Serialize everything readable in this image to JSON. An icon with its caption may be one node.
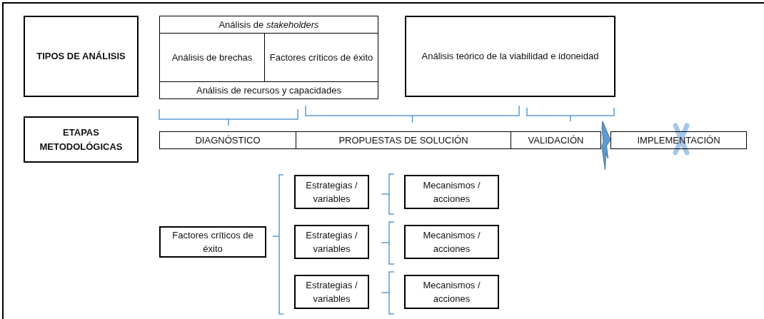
{
  "diagram": {
    "nodes": [
      {
        "text": [
          "TIPOS DE ANÁLISIS"
        ]
      },
      {
        "text": [
          "Análisis de *stakeholders*"
        ]
      },
      {
        "text": [
          "Análisis de brechas"
        ]
      },
      {
        "text": [
          "Factores críticos de éxito"
        ]
      },
      {
        "text": [
          "Análisis de recursos y capacidades"
        ]
      },
      {
        "text": [
          "Análisis teórico de la viabilidad e idoneidad"
        ]
      },
      {
        "text": [
          "ETAPAS METODOLÓGICAS"
        ]
      },
      {
        "text": [
          "DIAGNÓSTICO"
        ]
      },
      {
        "text": [
          "PROPUESTAS DE SOLUCIÓN"
        ]
      },
      {
        "text": [
          "VALIDACIÓN"
        ]
      },
      {
        "text": [
          "IMPLEMENTACIÓN"
        ]
      },
      {
        "text": [
          "Factores críticos de éxito"
        ]
      },
      {
        "text": [
          "Estrategias / variables"
        ]
      },
      {
        "text": [
          "Mecanismos / acciones"
        ]
      },
      {
        "text": [
          "Estrategias / variables"
        ]
      },
      {
        "text": [
          "Mecanismos / acciones"
        ]
      },
      {
        "text": [
          "Estrategias / variables"
        ]
      },
      {
        "text": [
          "Mecanismos / acciones"
        ]
      }
    ],
    "edges": [
      {
        "from": 9,
        "to": 10,
        "arrow": "to"
      }
    ]
  }
}
